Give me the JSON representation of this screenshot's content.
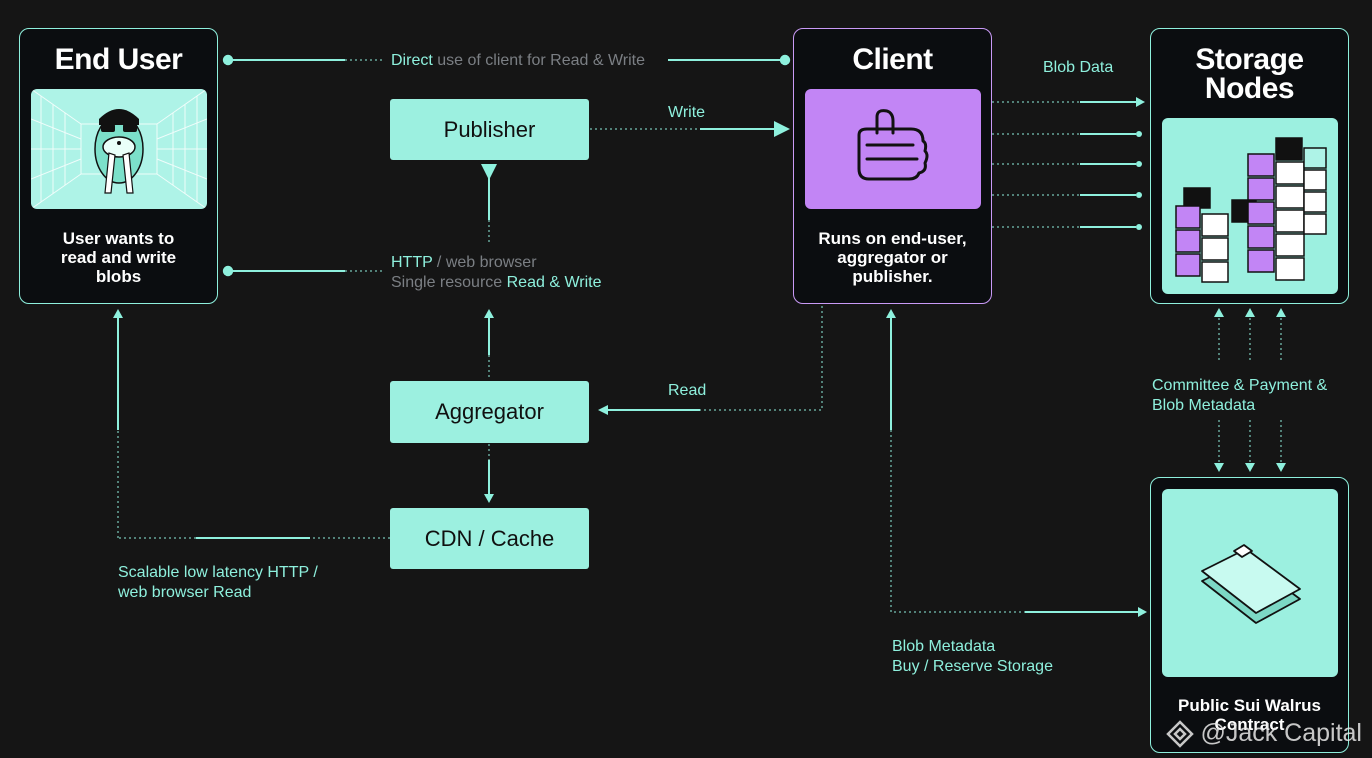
{
  "colors": {
    "background": "#151515",
    "accent": "#8ef0dd",
    "node_fill": "#9cf0e0",
    "client_border": "#c99af6",
    "client_panel": "#c285f5",
    "muted": "#7b7f84"
  },
  "end_user": {
    "title": "End User",
    "description": [
      "User wants to",
      "read and write",
      "blobs"
    ],
    "illustration": "walrus-with-sunglasses-illustration"
  },
  "client": {
    "title": "Client",
    "description": [
      "Runs on end-user,",
      "aggregator or",
      "publisher."
    ],
    "illustration": "thumbs-up-icon"
  },
  "storage_nodes": {
    "title": [
      "Storage",
      "Nodes"
    ],
    "illustration": "stacked-cubes-illustration"
  },
  "contract": {
    "title": [
      "Public Sui Walrus",
      "Contract"
    ],
    "illustration": "stacked-sheets-illustration"
  },
  "nodes": {
    "publisher": "Publisher",
    "aggregator": "Aggregator",
    "cdn": "CDN / Cache"
  },
  "labels": {
    "direct_a": "Direct",
    "direct_b": " use of client for Read & Write",
    "write": "Write",
    "blob_data": "Blob Data",
    "http_a": "HTTP",
    "http_b": " / web browser",
    "single_a": "Single resource ",
    "single_b": "Read & Write",
    "read": "Read",
    "committee_1": "Committee & Payment &",
    "committee_2": "Blob Metadata",
    "scalable_1": "Scalable low latency HTTP /",
    "scalable_2": "web browser Read",
    "meta_1": "Blob Metadata",
    "meta_2": "Buy / Reserve Storage"
  },
  "watermark": {
    "text": "@Jack Capital",
    "icon": "diamond-logo-icon"
  }
}
